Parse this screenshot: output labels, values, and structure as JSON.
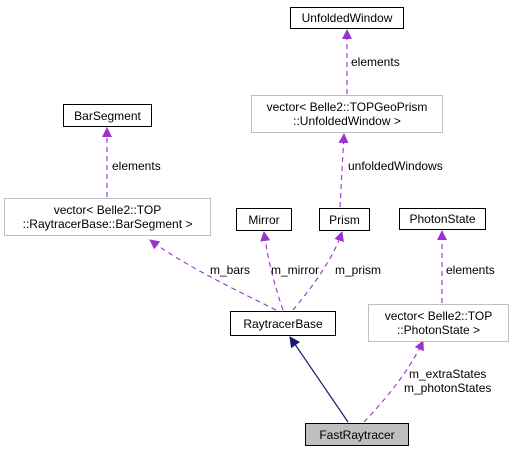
{
  "nodes": {
    "unfolded_window": {
      "label": "UnfoldedWindow"
    },
    "unfolded_window_vector": {
      "line1": "vector< Belle2::TOPGeoPrism",
      "line2": "::UnfoldedWindow >"
    },
    "bar_segment": {
      "label": "BarSegment"
    },
    "bar_segment_vector": {
      "line1": "vector< Belle2::TOP",
      "line2": "::RaytracerBase::BarSegment >"
    },
    "mirror": {
      "label": "Mirror"
    },
    "prism": {
      "label": "Prism"
    },
    "photon_state": {
      "label": "PhotonState"
    },
    "photon_state_vector": {
      "line1": "vector< Belle2::TOP",
      "line2": "::PhotonState >"
    },
    "raytracer_base": {
      "label": "RaytracerBase"
    },
    "fast_raytracer": {
      "label": "FastRaytracer"
    }
  },
  "edge_labels": {
    "elements_unfolded": "elements",
    "unfolded_windows": "unfoldedWindows",
    "elements_bar": "elements",
    "elements_photon": "elements",
    "m_bars": "m_bars",
    "m_mirror": "m_mirror",
    "m_prism": "m_prism",
    "m_extra_states": "m_extraStates",
    "m_photon_states": "m_photonStates"
  },
  "colors": {
    "usage_edge": "#9a32cd",
    "inheritance_edge": "#191970",
    "gray_border": "#bfbfbf",
    "focus_fill": "#bfbfbf"
  }
}
